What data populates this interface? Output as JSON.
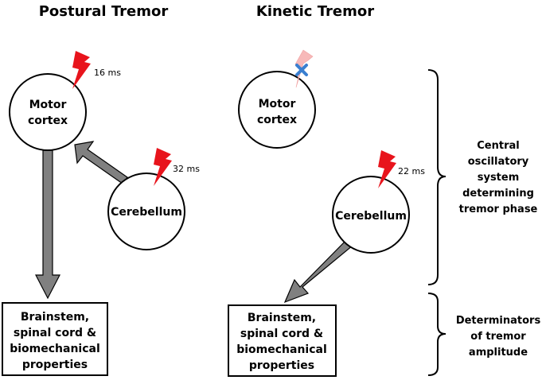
{
  "panels": {
    "postural": {
      "title": "Postural Tremor",
      "motor_cortex": [
        "Motor",
        "cortex"
      ],
      "motor_timing": "16 ms",
      "cerebellum": "Cerebellum",
      "cerebellum_timing": "32 ms",
      "output_box": [
        "Brainstem,",
        "spinal cord &",
        "biomechanical",
        "properties"
      ]
    },
    "kinetic": {
      "title": "Kinetic Tremor",
      "motor_cortex": [
        "Motor",
        "cortex"
      ],
      "cerebellum": "Cerebellum",
      "cerebellum_timing": "22 ms",
      "output_box": [
        "Brainstem,",
        "spinal cord &",
        "biomechanical",
        "properties"
      ]
    }
  },
  "brackets": {
    "central": [
      "Central",
      "oscillatory",
      "system",
      "determining",
      "tremor phase"
    ],
    "determinators": [
      "Determinators",
      "of tremor",
      "amplitude"
    ]
  },
  "colors": {
    "arrow": "#808080",
    "bolt": "#e8141c",
    "bolt_faded": "#f7b9b9",
    "cross": "#3a7fd0"
  }
}
